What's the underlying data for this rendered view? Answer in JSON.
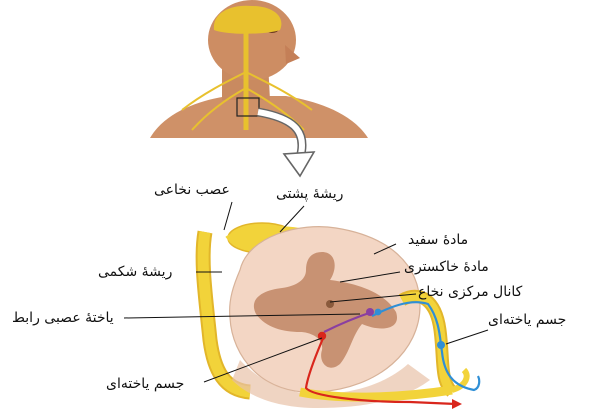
{
  "labels": {
    "spinal_nerve": "عصب نخاعی",
    "dorsal_root": "ریشهٔ پشتی",
    "white_matter": "مادهٔ سفید",
    "gray_matter": "مادهٔ خاکستری",
    "central_canal": "کانال مرکزی نخاع",
    "ventral_root": "ریشهٔ شکمی",
    "cell_body_right": "جسم یاخته‌ای",
    "interneuron": "یاختهٔ عصبی رابط",
    "cell_body_bottom": "جسم یاخته‌ای"
  },
  "colors": {
    "nerve_yellow": "#f2d33a",
    "skin": "#d9a07a",
    "white_matter": "#f3d6c4",
    "gray_matter": "#c89273",
    "sensory_blue": "#2f8fd6",
    "motor_red": "#d9261c",
    "interneuron_purple": "#8a3fa0"
  }
}
